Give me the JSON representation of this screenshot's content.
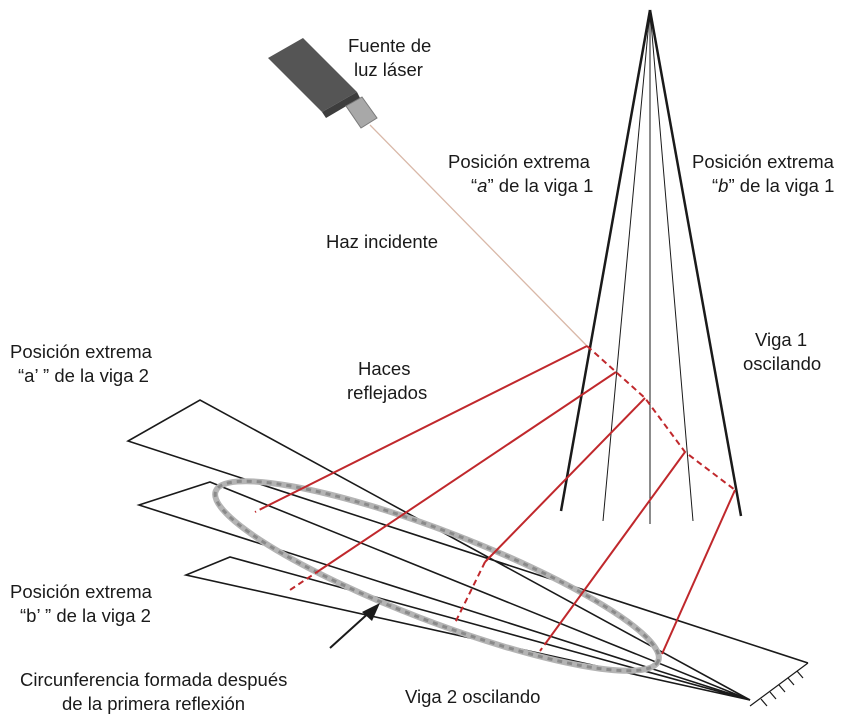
{
  "labels": {
    "laser_line1": "Fuente de",
    "laser_line2": "luz láser",
    "pos_a_line1": "Posición extrema",
    "pos_a_q1": "“",
    "pos_a_letter": "a",
    "pos_a_q2": "”",
    "pos_a_rest": " de la viga 1",
    "pos_b_line1": "Posición extrema",
    "pos_b_q1": "“",
    "pos_b_letter": "b",
    "pos_b_q2": "”",
    "pos_b_rest": " de la viga 1",
    "incident": "Haz incidente",
    "beam1_line1": "Viga 1",
    "beam1_line2": "oscilando",
    "pos_a2_line1": "Posición extrema",
    "pos_a2_line2": "“a’ ” de la viga 2",
    "reflected_line1": "Haces",
    "reflected_line2": "reflejados",
    "pos_b2_line1": "Posición extrema",
    "pos_b2_line2": "“b’ ” de la viga 2",
    "circle_line1": "Circunferencia formada después",
    "circle_line2": "de la primera reflexión",
    "beam2": "Viga 2 oscilando"
  },
  "colors": {
    "reflected_beam": "#c0282c",
    "incident_beam": "#d9b8a8",
    "laser_body": "#5a5a5a",
    "structure": "#1a1a1a",
    "ellipse_dash": "#9c9c9c"
  }
}
